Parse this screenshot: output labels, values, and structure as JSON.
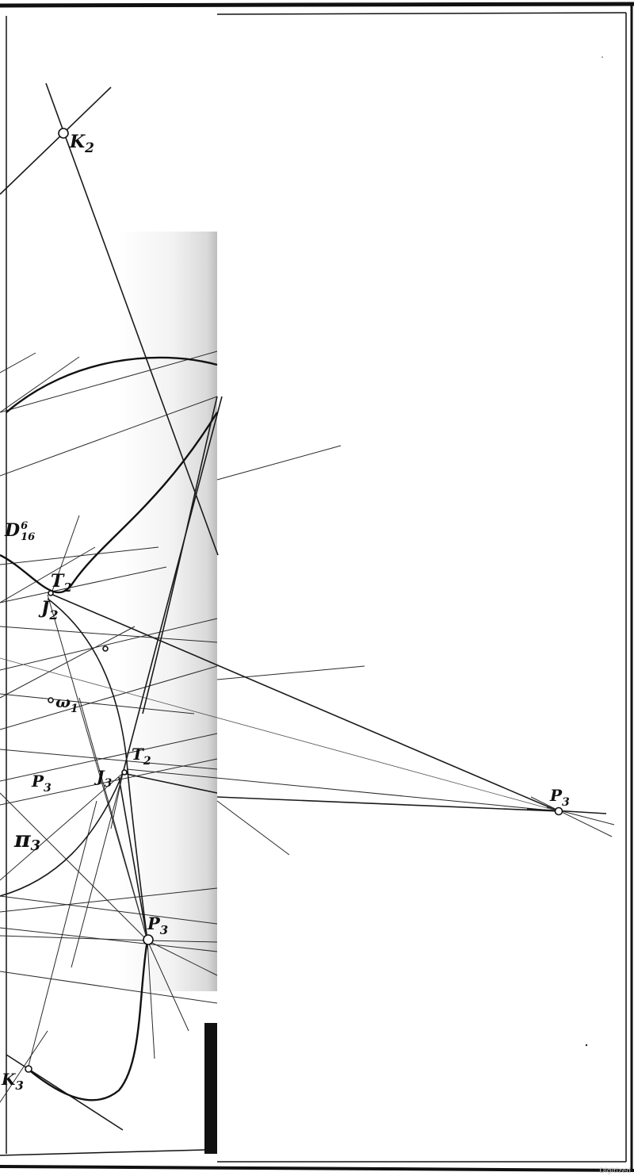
{
  "labels": {
    "K2": {
      "main": "K",
      "sub": "2"
    },
    "D16": {
      "main": "D",
      "sup": "6",
      "sub": "16"
    },
    "T2_upper": {
      "main": "T",
      "sub": "2"
    },
    "J2": {
      "main": "J",
      "sub": "2"
    },
    "omega1": {
      "main": "ω",
      "sub": "1"
    },
    "T2_lower": {
      "main": "T",
      "sub": "2"
    },
    "J3": {
      "main": "J",
      "sub": "3"
    },
    "P3_left": {
      "main": "P",
      "sub": "3"
    },
    "pi3": {
      "main": "π",
      "sub": "3"
    },
    "P3_bottom": {
      "main": "P",
      "sub": "3"
    },
    "K3": {
      "main": "K",
      "sub": "3"
    },
    "P3_right": {
      "main": "P",
      "sub": "3"
    }
  },
  "watermark": "Digitized"
}
